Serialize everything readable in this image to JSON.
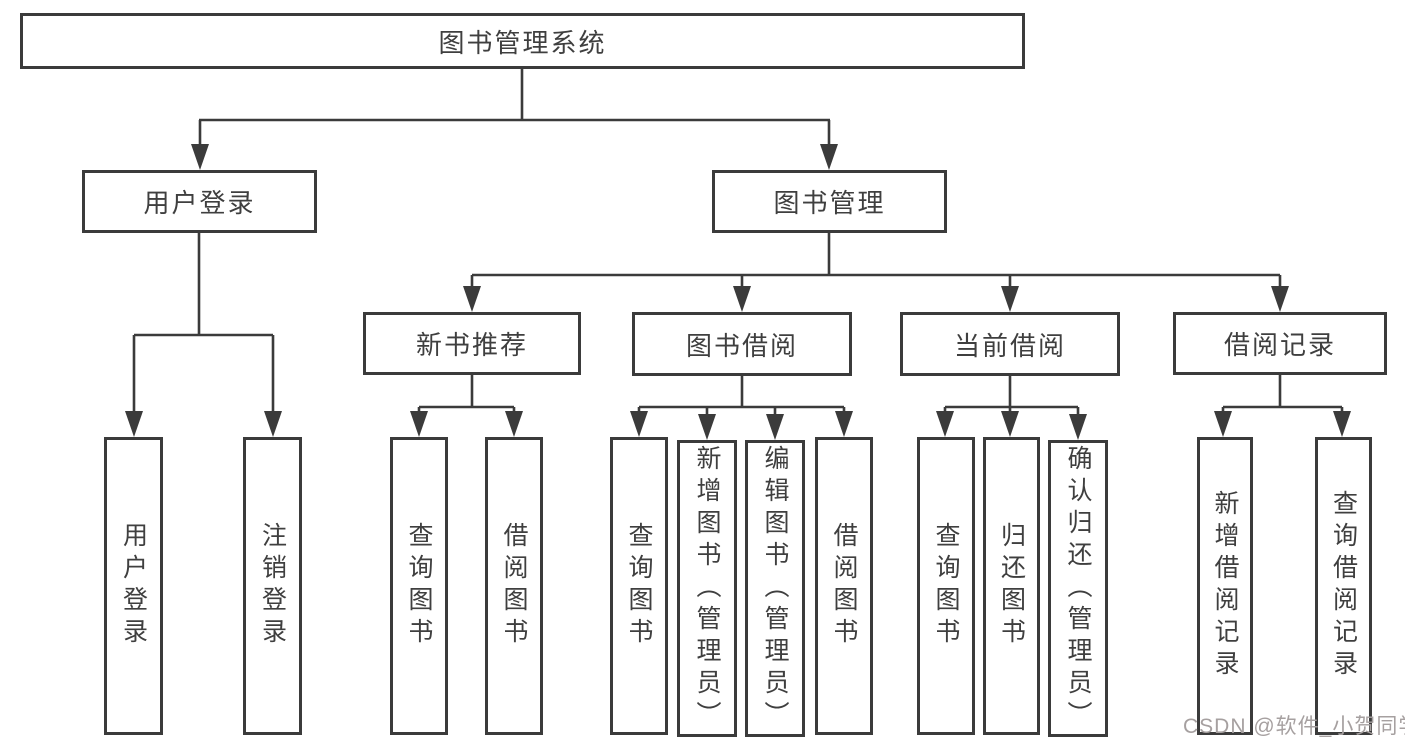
{
  "diagram": {
    "title": "图书管理系统",
    "nodes": {
      "root": "图书管理系统",
      "user_login": "用户登录",
      "book_management": "图书管理",
      "new_book_recommend": "新书推荐",
      "book_borrowing": "图书借阅",
      "current_borrowing": "当前借阅",
      "borrowing_records": "借阅记录",
      "leaf_user_login": "用户登录",
      "leaf_logout": "注销登录",
      "nbr_query_books": "查询图书",
      "nbr_borrow_books": "借阅图书",
      "bb_query_books": "查询图书",
      "bb_add_books": "新增图书（管理员）",
      "bb_edit_books": "编辑图书（管理员）",
      "bb_borrow_books": "借阅图书",
      "cb_query_books": "查询图书",
      "cb_return_books": "归还图书",
      "cb_confirm_return": "确认归还（管理员）",
      "br_add_record": "新增借阅记录",
      "br_query_record": "查询借阅记录"
    },
    "hierarchy": {
      "图书管理系统": {
        "用户登录": [
          "用户登录",
          "注销登录"
        ],
        "图书管理": {
          "新书推荐": [
            "查询图书",
            "借阅图书"
          ],
          "图书借阅": [
            "查询图书",
            "新增图书（管理员）",
            "编辑图书（管理员）",
            "借阅图书"
          ],
          "当前借阅": [
            "查询图书",
            "归还图书",
            "确认归还（管理员）"
          ],
          "借阅记录": [
            "新增借阅记录",
            "查询借阅记录"
          ]
        }
      }
    }
  },
  "watermark": {
    "text": "CSDN @软件_小贺同学",
    "color": "#a6a0a0"
  },
  "colors": {
    "line": "#3b3b3b",
    "box_border": "#3b3b3b",
    "box_fill": "#ffffff",
    "text": "#3f3f3f",
    "background": "#ffffff"
  }
}
